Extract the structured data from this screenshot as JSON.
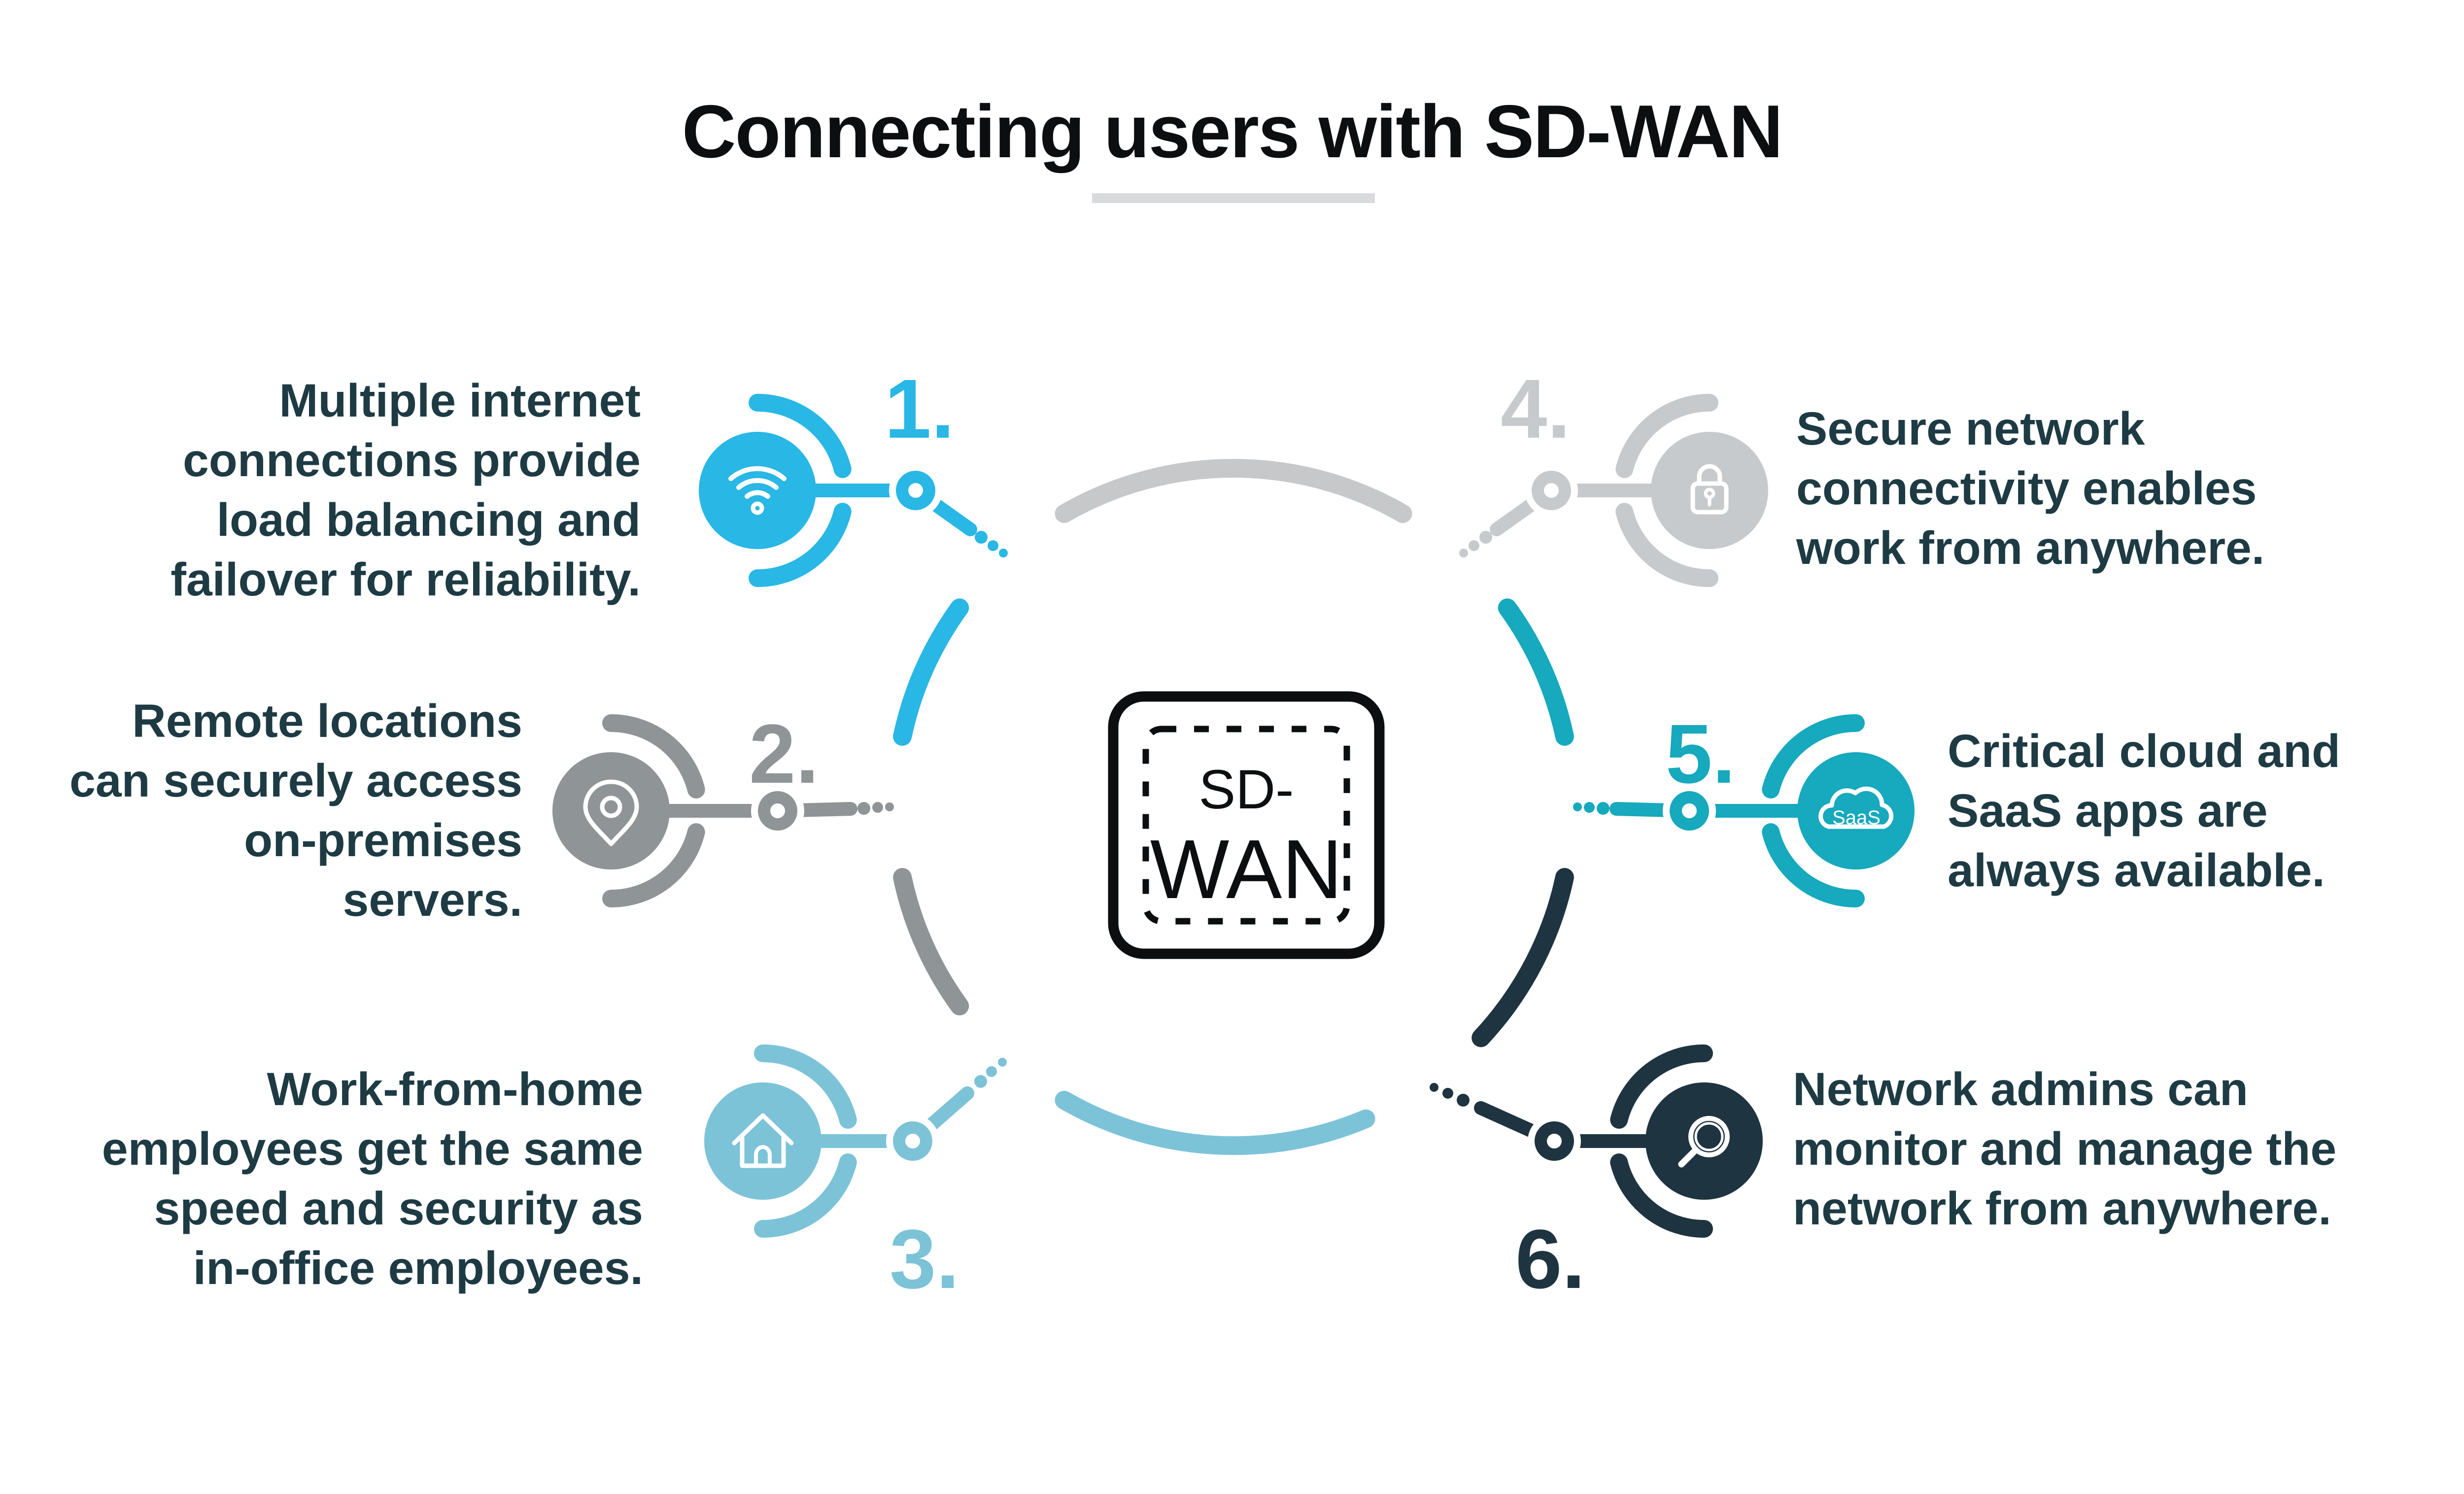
{
  "title": {
    "text": "Connecting users with SD-WAN"
  },
  "center": {
    "line1": "SD-",
    "line2": "WAN"
  },
  "items": [
    {
      "number": "1.",
      "icon": "wifi-icon",
      "color_key": "cyan",
      "lines": [
        "Multiple internet",
        "connections provide",
        "load balancing and",
        "failover for reliability."
      ]
    },
    {
      "number": "2.",
      "icon": "location-pin-icon",
      "color_key": "gray",
      "lines": [
        "Remote locations",
        "can securely access",
        "on-premises",
        "servers."
      ]
    },
    {
      "number": "3.",
      "icon": "house-icon",
      "color_key": "lightblue",
      "lines": [
        "Work-from-home",
        "employees get the same",
        "speed and security as",
        "in-office employees."
      ]
    },
    {
      "number": "4.",
      "icon": "padlock-icon",
      "color_key": "lightgray",
      "lines": [
        "Secure network",
        "connectivity enables",
        "work from anywhere."
      ]
    },
    {
      "number": "5.",
      "icon": "saas-cloud-icon",
      "icon_label": "SaaS",
      "color_key": "teal",
      "lines": [
        "Critical cloud and",
        "SaaS apps are",
        "always available."
      ]
    },
    {
      "number": "6.",
      "icon": "magnifier-icon",
      "color_key": "dark",
      "lines": [
        "Network admins can",
        "monitor and manage the",
        "network from anywhere."
      ]
    }
  ],
  "colors": {
    "cyan": "#29b7e5",
    "gray": "#8f9497",
    "lightblue": "#7cc3d8",
    "lightgray": "#c7cacc",
    "teal": "#17a9bd",
    "dark": "#1e3440",
    "topgray": "#c6c8ca",
    "text": "#1e3b44",
    "title": "#0d0e0f",
    "underline": "#d8dadb"
  }
}
